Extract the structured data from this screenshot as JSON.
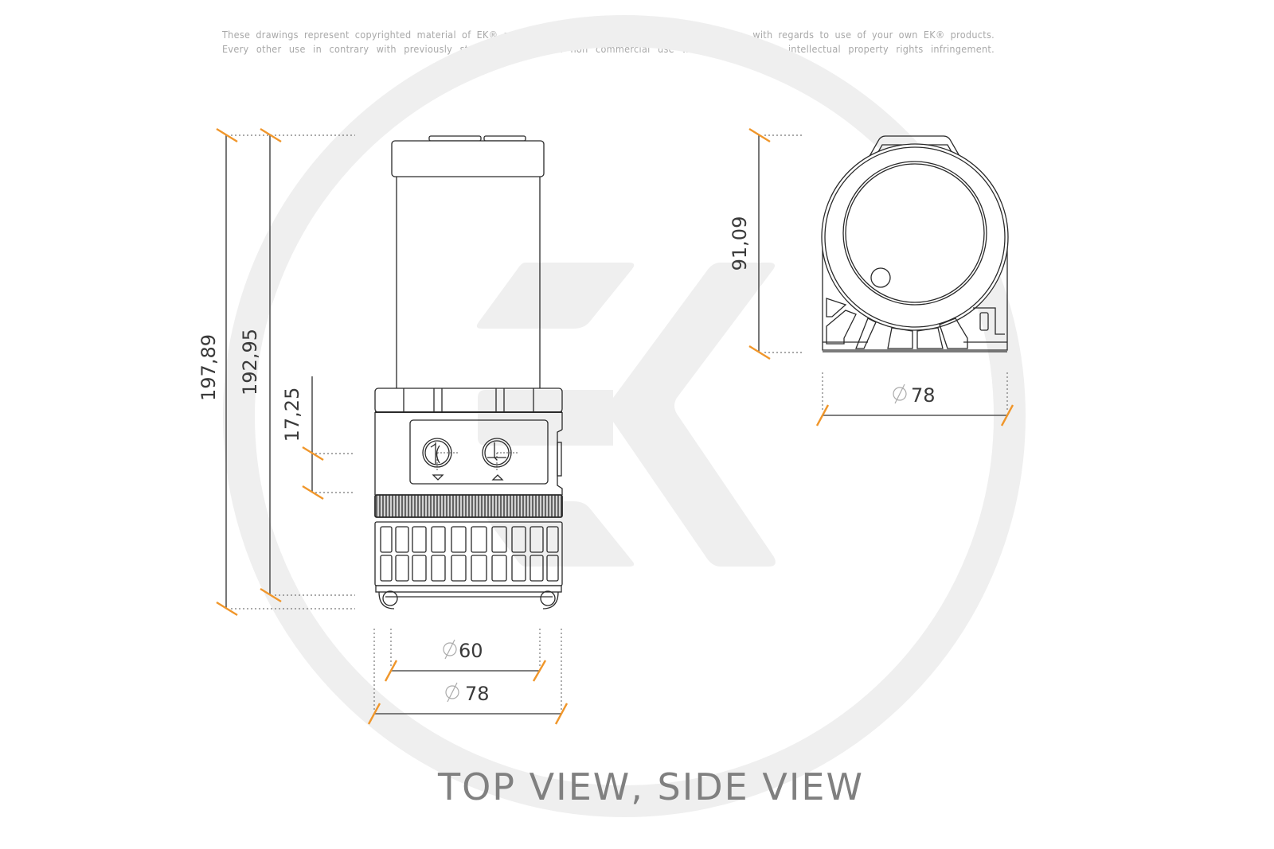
{
  "disclaimer": {
    "line1": "These drawings represent copyrighted material of EK® and they are meant only for your personal use, with regards to use of  your own EK® products.",
    "line2": "Every other use in contrary with previously stated personal and non commercial use will be deemed as intellectual property rights infringement."
  },
  "watermark": {
    "logo": "EK",
    "color": "#efefef"
  },
  "colors": {
    "dimension_tick": "#f0962a",
    "dimension_line": "#555555",
    "outline": "#2a2a2a",
    "title": "#808080"
  },
  "front_view": {
    "dimensions": {
      "total_height": "197,89",
      "body_height": "192,95",
      "port_spacing": "17,25",
      "inner_diameter": "60",
      "outer_diameter": "78"
    },
    "diameter_symbol": "⌀"
  },
  "side_view": {
    "dimensions": {
      "height": "91,09",
      "diameter": "78"
    },
    "diameter_symbol": "⌀"
  },
  "title": "TOP VIEW, SIDE VIEW"
}
